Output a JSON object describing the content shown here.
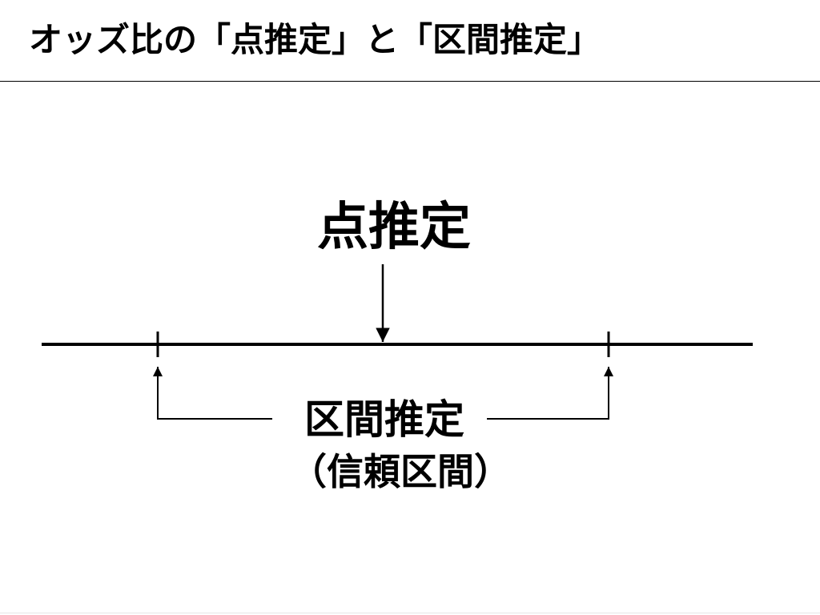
{
  "slide": {
    "title": "オッズ比の「点推定」と「区間推定」"
  },
  "diagram": {
    "point_estimate_label": "点推定",
    "interval_estimate_label": "区間推定",
    "confidence_interval_label": "（信頼区間）",
    "line_color": "#000000"
  }
}
